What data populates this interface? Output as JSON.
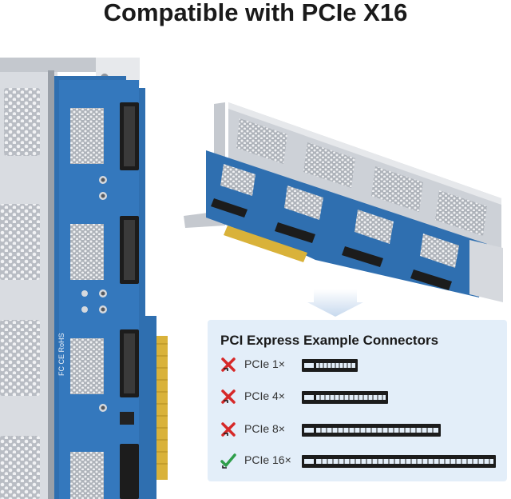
{
  "heading": "Compatible with PCIe X16",
  "panel": {
    "title": "PCI Express Example Connectors",
    "rows": [
      {
        "label": "PCIe 1×",
        "compatible": false
      },
      {
        "label": "PCIe 4×",
        "compatible": false
      },
      {
        "label": "PCIe 8×",
        "compatible": false
      },
      {
        "label": "PCIe 16×",
        "compatible": true
      }
    ]
  },
  "board_markings": {
    "certifications": "FC CE RoHS"
  },
  "colors": {
    "pcb": "#2f6fb0",
    "heatsink": "#c9ccd2",
    "panel_bg": "#e3eef9",
    "incompatible_mark": "#d62828",
    "compatible_mark": "#2e9e4a",
    "connector": "#1c1c1c"
  }
}
